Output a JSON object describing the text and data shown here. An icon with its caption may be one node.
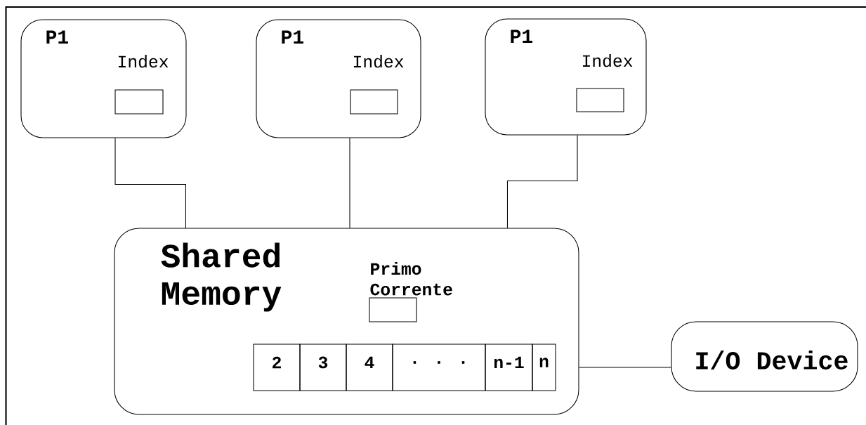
{
  "diagram": {
    "nodes": [
      {
        "text": [
          "P1",
          "Index"
        ]
      },
      {
        "text": [],
        "shape": "box",
        "in": 0
      },
      {
        "text": [
          "P1",
          "Index"
        ]
      },
      {
        "text": [],
        "shape": "box",
        "in": 2
      },
      {
        "text": [
          "P1",
          "Index"
        ]
      },
      {
        "text": [],
        "shape": "box",
        "in": 4
      },
      {
        "text": [
          "Shared Memory"
        ]
      },
      {
        "text": [
          "Primo Corrente"
        ],
        "in": 6
      },
      {
        "text": [
          "2"
        ],
        "in": 6
      },
      {
        "text": [
          "3"
        ],
        "in": 6
      },
      {
        "text": [
          "4"
        ],
        "in": 6
      },
      {
        "text": [
          ". . ."
        ],
        "in": 6
      },
      {
        "text": [
          "n-1"
        ],
        "in": 6
      },
      {
        "text": [
          "n"
        ],
        "in": 6
      },
      {
        "text": [
          "I/O Device"
        ]
      }
    ],
    "edges": [
      {
        "from": 0,
        "to": 6,
        "arrow": "none"
      },
      {
        "from": 2,
        "to": 6,
        "arrow": "none"
      },
      {
        "from": 4,
        "to": 6,
        "arrow": "none"
      },
      {
        "from": 6,
        "to": 14,
        "arrow": "none"
      }
    ]
  }
}
